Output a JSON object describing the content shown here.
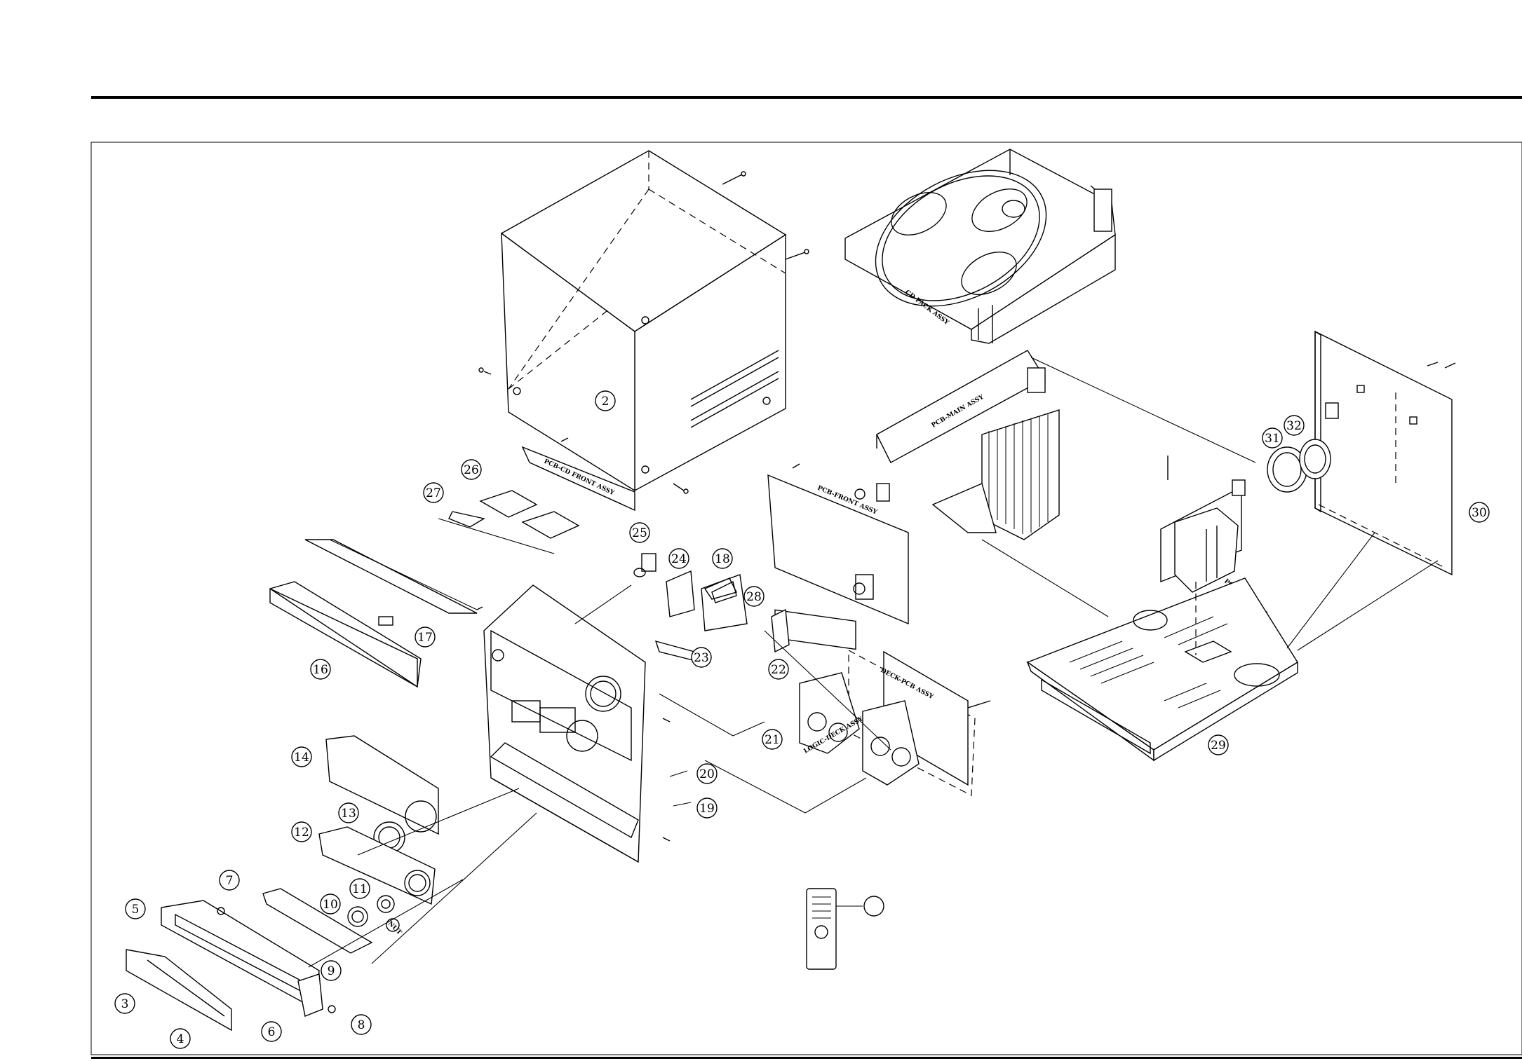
{
  "callouts": [
    {
      "num": "2"
    },
    {
      "num": "3"
    },
    {
      "num": "4"
    },
    {
      "num": "5"
    },
    {
      "num": "6"
    },
    {
      "num": "7"
    },
    {
      "num": "8"
    },
    {
      "num": "9"
    },
    {
      "num": "10"
    },
    {
      "num": "11"
    },
    {
      "num": "12"
    },
    {
      "num": "13"
    },
    {
      "num": "14"
    },
    {
      "num": "16"
    },
    {
      "num": "17"
    },
    {
      "num": "18"
    },
    {
      "num": "19"
    },
    {
      "num": "20"
    },
    {
      "num": "21"
    },
    {
      "num": "22"
    },
    {
      "num": "23"
    },
    {
      "num": "24"
    },
    {
      "num": "25"
    },
    {
      "num": "26"
    },
    {
      "num": "27"
    },
    {
      "num": "28"
    },
    {
      "num": "29"
    },
    {
      "num": "30"
    },
    {
      "num": "31"
    },
    {
      "num": "32"
    },
    {
      "num": ""
    }
  ],
  "assembly_labels": {
    "cd_pack": "CD PACK ASSY",
    "pcb_main": "PCB-MAIN ASSY",
    "pcb_front": "PCB-FRONT ASSY",
    "pcb_cd_front": "PCB-CD FRONT ASSY",
    "deck_pcb": "DECK-PCB ASSY",
    "logic_deck": "LOGIC-DECK ASSY",
    "power_trans": "POWER-TRANS",
    "nut": "NUT"
  }
}
